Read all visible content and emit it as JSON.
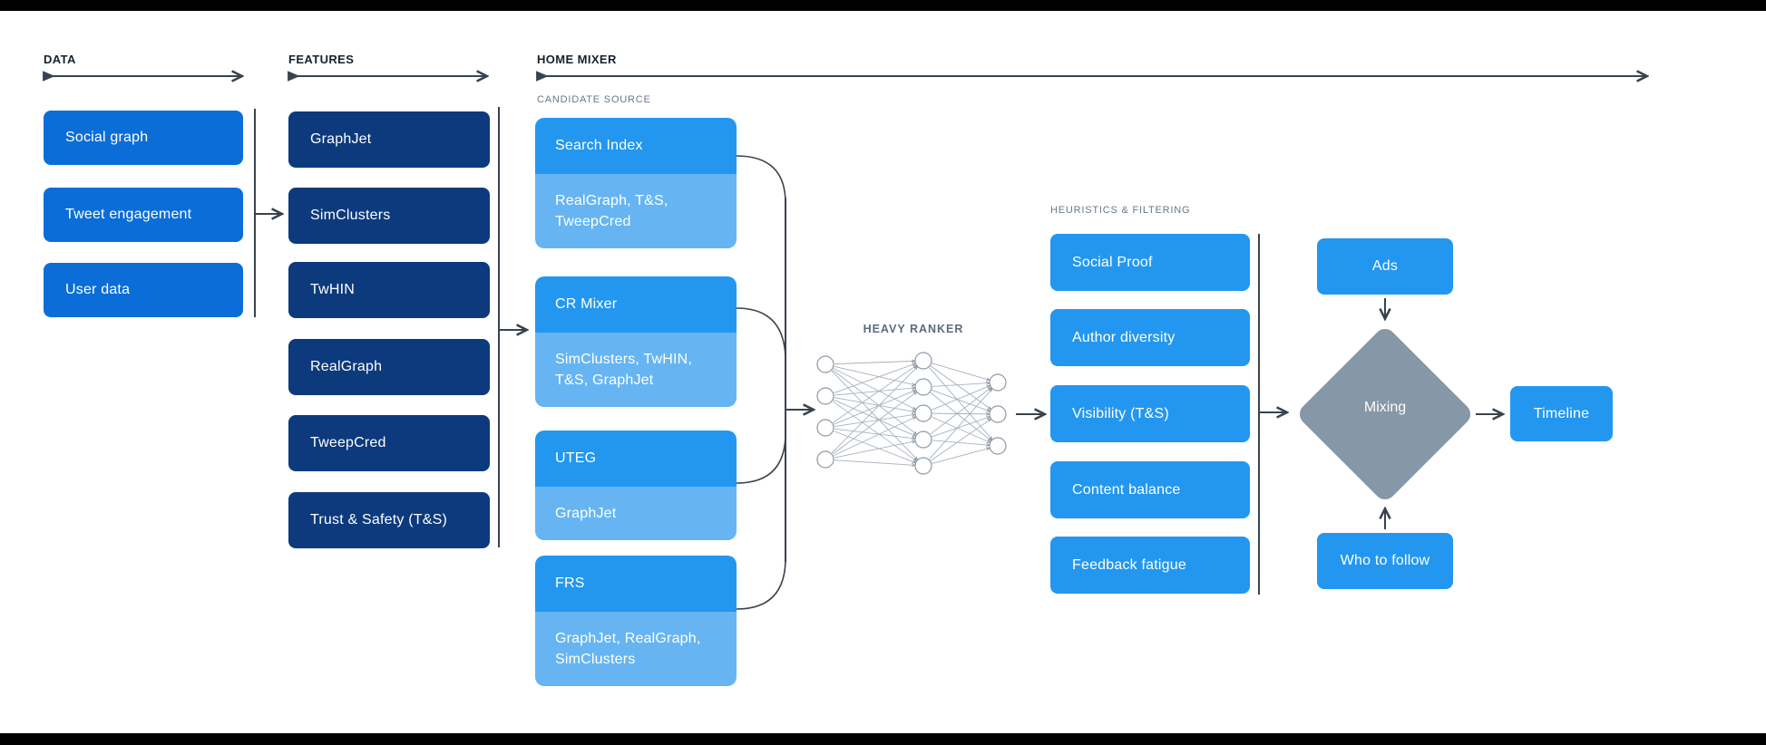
{
  "headers": {
    "data": "DATA",
    "features": "FEATURES",
    "home_mixer": "HOME MIXER"
  },
  "data_column": {
    "items": [
      "Social graph",
      "Tweet engagement",
      "User data"
    ]
  },
  "features_column": {
    "items": [
      "GraphJet",
      "SimClusters",
      "TwHIN",
      "RealGraph",
      "TweepCred",
      "Trust & Safety (T&S)"
    ]
  },
  "candidate_source": {
    "label": "CANDIDATE SOURCE",
    "groups": [
      {
        "title": "Search Index",
        "sub": "RealGraph, T&S, TweepCred"
      },
      {
        "title": "CR Mixer",
        "sub": "SimClusters, TwHIN, T&S, GraphJet"
      },
      {
        "title": "UTEG",
        "sub": "GraphJet"
      },
      {
        "title": "FRS",
        "sub": "GraphJet, RealGraph, SimClusters"
      }
    ]
  },
  "heavy_ranker": {
    "label": "HEAVY RANKER",
    "layers": {
      "input_nodes": 4,
      "hidden_nodes": 5,
      "output_nodes": 3
    }
  },
  "heuristics": {
    "label": "HEURISTICS & FILTERING",
    "items": [
      "Social Proof",
      "Author diversity",
      "Visibility (T&S)",
      "Content balance",
      "Feedback fatigue"
    ]
  },
  "mixing_stage": {
    "ads": "Ads",
    "mixing": "Mixing",
    "who_to_follow": "Who to follow",
    "timeline": "Timeline"
  },
  "colors": {
    "navy": "#0c3a7d",
    "blue_med": "#0b6ed8",
    "blue_bright": "#2397f0",
    "blue_light": "#66b5f2",
    "diamond_gray": "#8697a7",
    "line": "#39434e",
    "label_gray": "#69788a",
    "heading_dark": "#16222e"
  }
}
